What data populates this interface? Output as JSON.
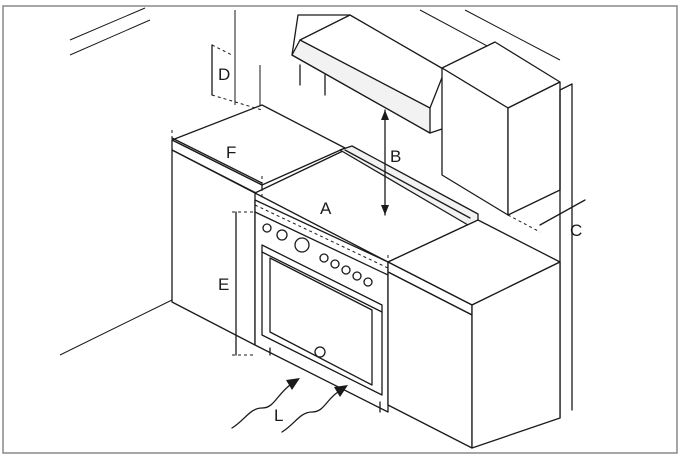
{
  "labels": {
    "a": "A",
    "b": "B",
    "c": "C",
    "d": "D",
    "e": "E",
    "f": "F",
    "l": "L"
  },
  "colors": {
    "line": "#1a1a1a",
    "background": "#ffffff",
    "frame": "#888888"
  }
}
